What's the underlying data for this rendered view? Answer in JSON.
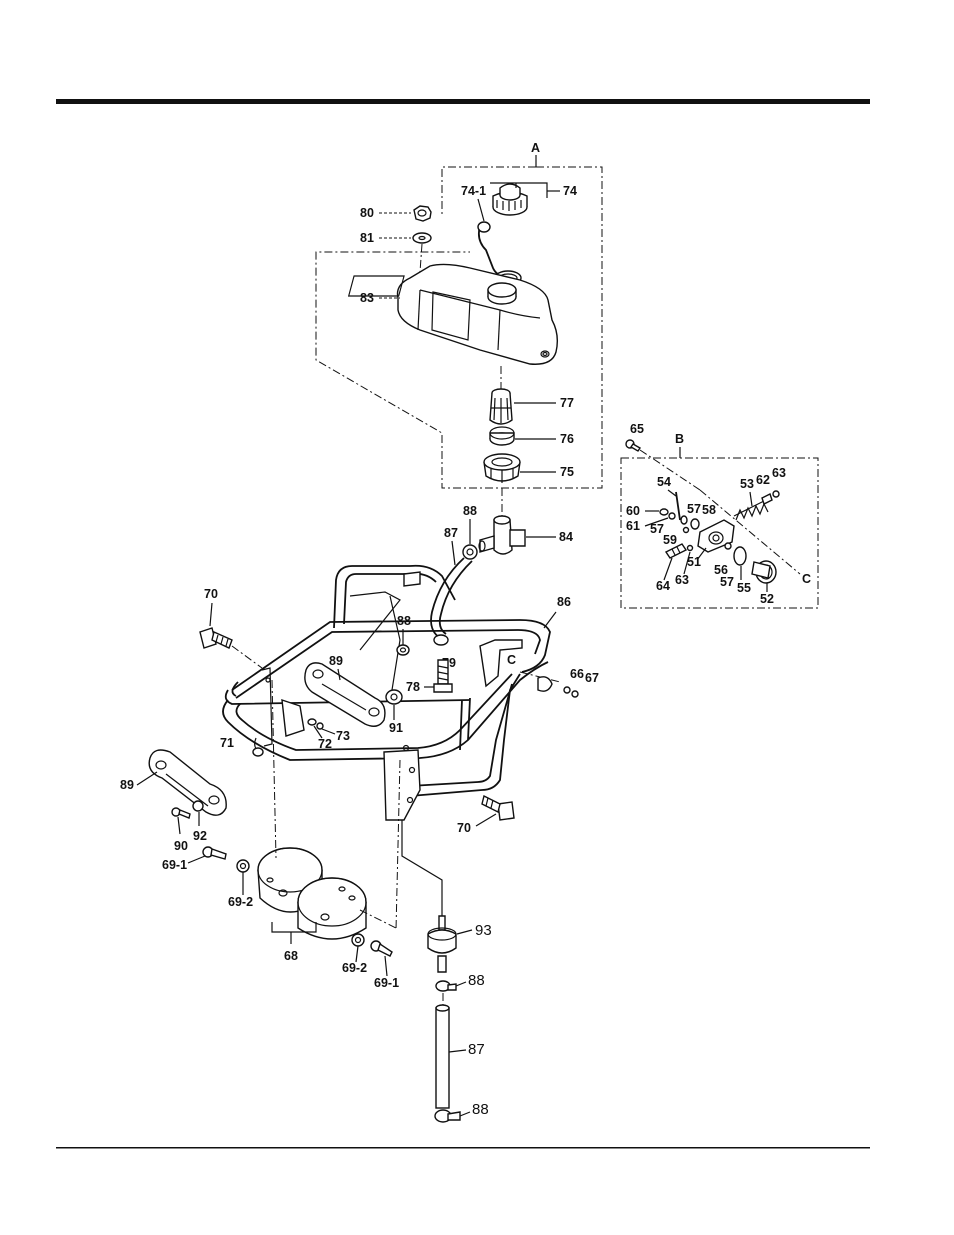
{
  "diagram": {
    "groups": {
      "a": "A",
      "b": "B",
      "c1": "C",
      "c2": "C"
    },
    "parts": {
      "p74": "74",
      "p74_1": "74-1",
      "p80": "80",
      "p81": "81",
      "p83": "83",
      "p77": "77",
      "p76": "76",
      "p75": "75",
      "p84": "84",
      "p88a": "88",
      "p87a": "87",
      "p86": "86",
      "p70a": "70",
      "p88b": "88",
      "p79": "79",
      "p78": "78",
      "p89a": "89",
      "p91": "91",
      "p71": "71",
      "p72": "72",
      "p73": "73",
      "p66": "66",
      "p67": "67",
      "p89b": "89",
      "p90": "90",
      "p92": "92",
      "p69_1a": "69-1",
      "p69_2a": "69-2",
      "p68": "68",
      "p69_2b": "69-2",
      "p69_1b": "69-1",
      "p70b": "70",
      "p93": "93",
      "p88c": "88",
      "p87b": "87",
      "p88d": "88",
      "p65": "65",
      "p54": "54",
      "p53": "53",
      "p62": "62",
      "p63a": "63",
      "p60": "60",
      "p57a": "57",
      "p58": "58",
      "p61": "61",
      "p57b": "57",
      "p59": "59",
      "p51": "51",
      "p56": "56",
      "p64": "64",
      "p63b": "63",
      "p57c": "57",
      "p55": "55",
      "p52": "52"
    }
  }
}
